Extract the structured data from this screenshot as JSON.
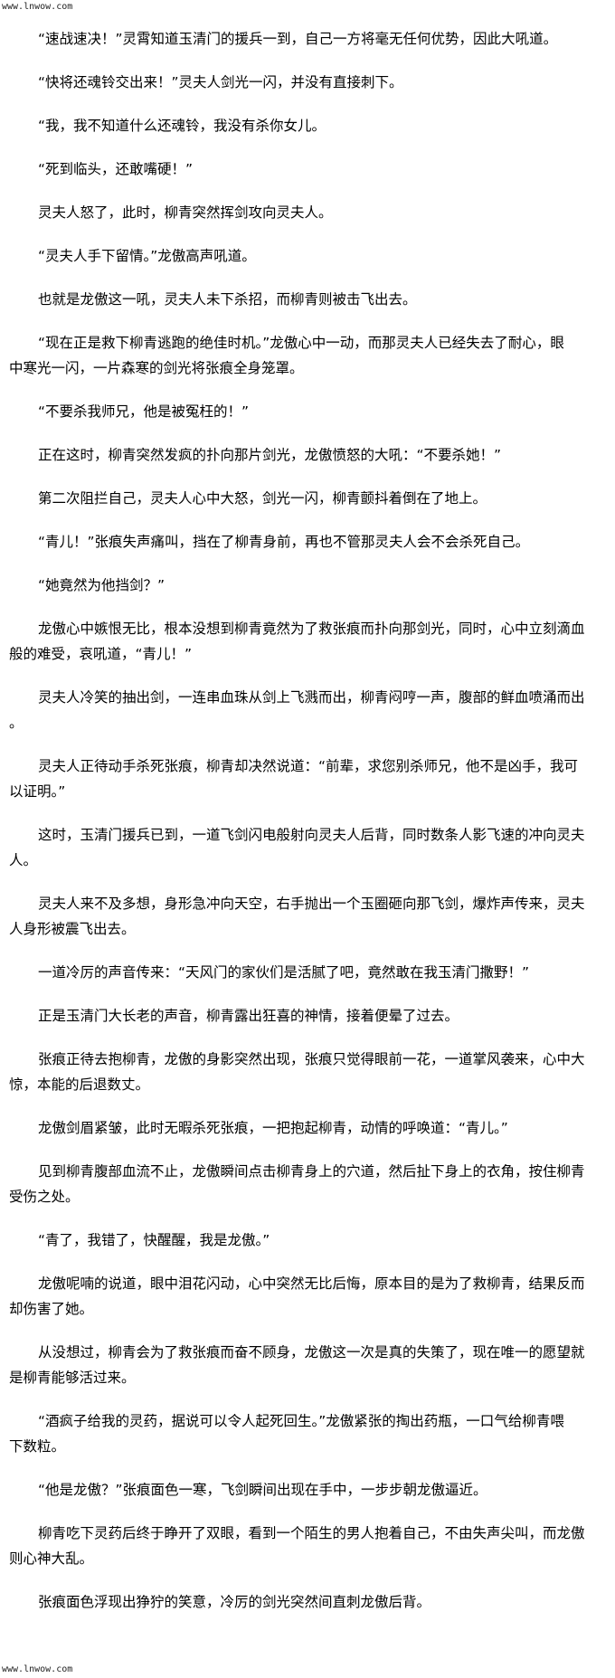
{
  "header": {
    "site": "www.lnwow.com"
  },
  "footer": {
    "site": "www.lnwow.com"
  },
  "paragraphs": [
    [
      "“速战速决！”灵霄知道玉清门的援兵一到，自己一方将毫无任何优势，因此大吼道。"
    ],
    [
      "“快将还魂铃交出来！”灵夫人剑光一闪，并没有直接刺下。"
    ],
    [
      "“我，我不知道什么还魂铃，我没有杀你女儿。"
    ],
    [
      "“死到临头，还敢嘴硬！”"
    ],
    [
      "灵夫人怒了，此时，柳青突然挥剑攻向灵夫人。"
    ],
    [
      "“灵夫人手下留情。”龙傲高声吼道。"
    ],
    [
      "也就是龙傲这一吼，灵夫人未下杀招，而柳青则被击飞出去。"
    ],
    [
      "“现在正是救下柳青逃跑的绝佳时机。”龙傲心中一动，而那灵夫人已经失去了耐心，眼",
      "中寒光一闪，一片森寒的剑光将张痕全身笼罩。"
    ],
    [
      "“不要杀我师兄，他是被冤枉的！”"
    ],
    [
      "正在这时，柳青突然发疯的扑向那片剑光，龙傲愤怒的大吼：“不要杀她！”"
    ],
    [
      "第二次阻拦自己，灵夫人心中大怒，剑光一闪，柳青颤抖着倒在了地上。"
    ],
    [
      "“青儿！”张痕失声痛叫，挡在了柳青身前，再也不管那灵夫人会不会杀死自己。"
    ],
    [
      "“她竟然为他挡剑？”"
    ],
    [
      "龙傲心中嫉恨无比，根本没想到柳青竟然为了救张痕而扑向那剑光，同时，心中立刻滴血",
      "般的难受，哀吼道，“青儿！”"
    ],
    [
      "灵夫人冷笑的抽出剑，一连串血珠从剑上飞溅而出，柳青闷哼一声，腹部的鲜血喷涌而出",
      "。"
    ],
    [
      "灵夫人正待动手杀死张痕，柳青却决然说道：“前辈，求您别杀师兄，他不是凶手，我可",
      "以证明。”"
    ],
    [
      "这时，玉清门援兵已到，一道飞剑闪电般射向灵夫人后背，同时数条人影飞速的冲向灵夫",
      "人。"
    ],
    [
      "灵夫人来不及多想，身形急冲向天空，右手抛出一个玉圈砸向那飞剑，爆炸声传来，灵夫",
      "人身形被震飞出去。"
    ],
    [
      "一道冷厉的声音传来：“天风门的家伙们是活腻了吧，竟然敢在我玉清门撒野！”"
    ],
    [
      "正是玉清门大长老的声音，柳青露出狂喜的神情，接着便晕了过去。"
    ],
    [
      "张痕正待去抱柳青，龙傲的身影突然出现，张痕只觉得眼前一花，一道掌风袭来，心中大",
      "惊，本能的后退数丈。"
    ],
    [
      "龙傲剑眉紧皱，此时无暇杀死张痕，一把抱起柳青，动情的呼唤道：“青儿。”"
    ],
    [
      "见到柳青腹部血流不止，龙傲瞬间点击柳青身上的穴道，然后扯下身上的衣角，按住柳青",
      "受伤之处。"
    ],
    [
      "“青了，我错了，快醒醒，我是龙傲。”"
    ],
    [
      "龙傲呢喃的说道，眼中泪花闪动，心中突然无比后悔，原本目的是为了救柳青，结果反而",
      "却伤害了她。"
    ],
    [
      "从没想过，柳青会为了救张痕而奋不顾身，龙傲这一次是真的失策了，现在唯一的愿望就",
      "是柳青能够活过来。"
    ],
    [
      "“酒疯子给我的灵药，据说可以令人起死回生。”龙傲紧张的掏出药瓶，一口气给柳青喂",
      "下数粒。"
    ],
    [
      "“他是龙傲？”张痕面色一寒，飞剑瞬间出现在手中，一步步朝龙傲逼近。"
    ],
    [
      "柳青吃下灵药后终于睁开了双眼，看到一个陌生的男人抱着自己，不由失声尖叫，而龙傲",
      "则心神大乱。"
    ],
    [
      "张痕面色浮现出狰狞的笑意，冷厉的剑光突然间直刺龙傲后背。"
    ]
  ]
}
